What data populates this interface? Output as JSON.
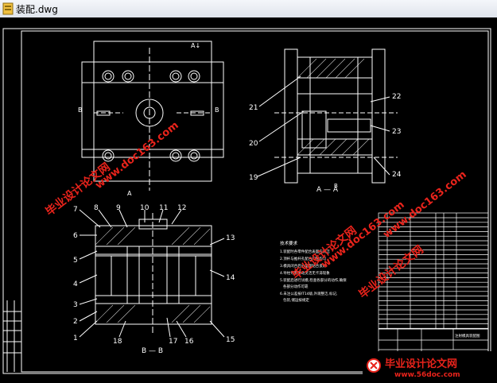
{
  "window": {
    "title": "装配.dwg",
    "icon": "dwg-file-icon"
  },
  "drawing": {
    "top_label": "A↓",
    "section_a": "A — A",
    "section_b": "B — B",
    "mark_b_left": "B",
    "mark_b_right": "B",
    "mark_a_bottom": "A",
    "mark_b_top": "B",
    "leader_numbers": [
      "1",
      "2",
      "3",
      "4",
      "5",
      "6",
      "7",
      "8",
      "9",
      "10",
      "11",
      "12",
      "13",
      "14",
      "15",
      "16",
      "17",
      "18",
      "19",
      "20",
      "21",
      "22",
      "23",
      "24"
    ],
    "tech_title": "技术要求",
    "tech_lines": [
      "1.装配时各零件配合表面应清洁",
      "2.顶杆与推杆孔配合间隙均匀",
      "3.模具闭合后分型面贴合良好",
      "4.导柱导套滑动灵活无卡滞现象",
      "5.装配后进行试模,检查各部分的动作,确保",
      "各部分动作可靠",
      "6.未注公差按IT14级,外观整洁,标记,",
      "包装,储运按规定"
    ],
    "title_block_name": "注射模具装配图"
  },
  "watermarks": [
    "毕业设计论文网",
    "www.doc163.com",
    "毕业设计论文网",
    "www.doc163.com",
    "毕业设计论文网",
    "www.doc163.com"
  ],
  "logo": {
    "text": "毕业设计论文网",
    "url": "www.56doc.com"
  },
  "colors": {
    "linework": "#ffffff",
    "leader": "#ffffff",
    "watermark": "#e8231b",
    "background": "#000000"
  }
}
